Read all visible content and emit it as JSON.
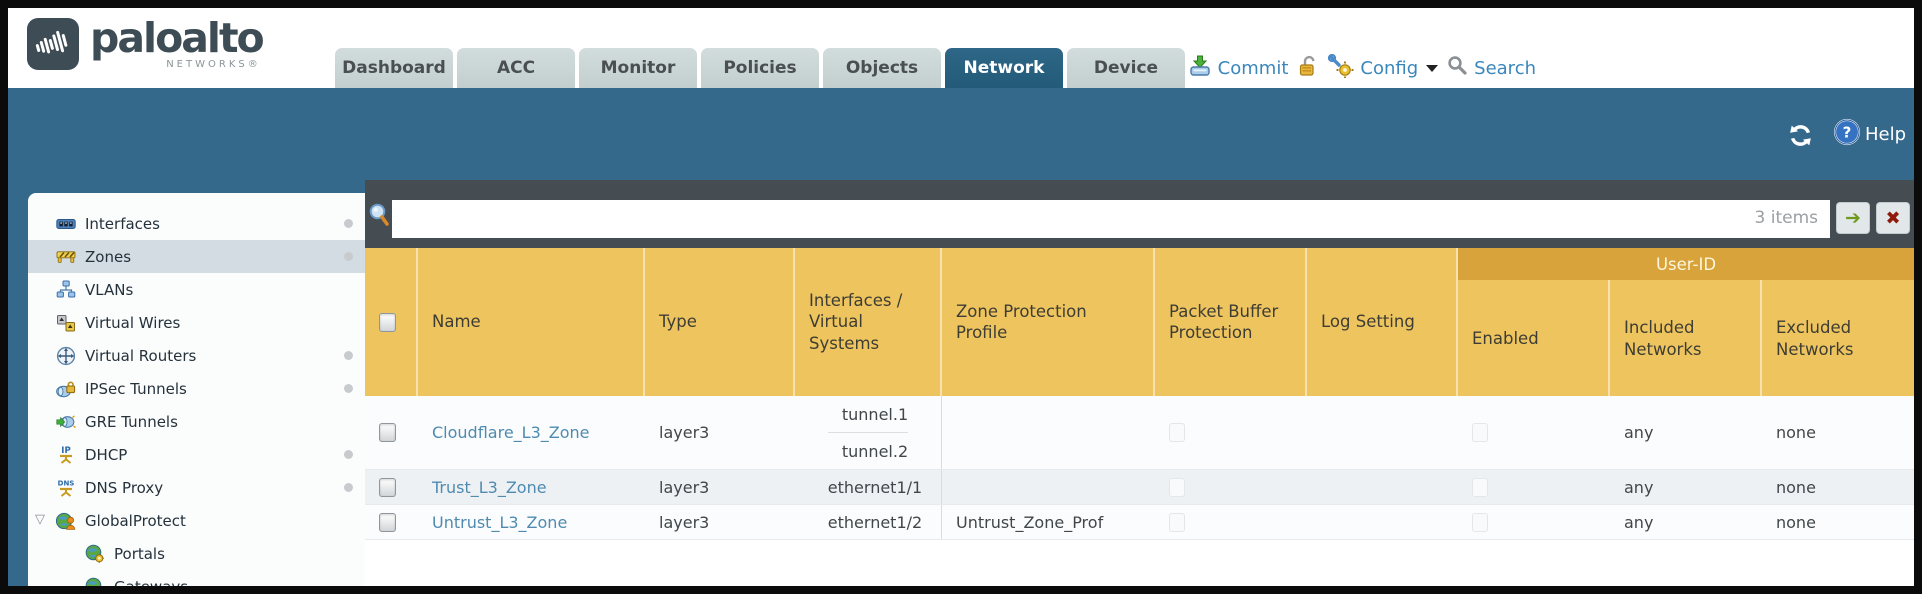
{
  "brand": {
    "title": "paloalto",
    "subtitle": "NETWORKS®"
  },
  "tabs": [
    {
      "label": "Dashboard",
      "active": false
    },
    {
      "label": "ACC",
      "active": false
    },
    {
      "label": "Monitor",
      "active": false
    },
    {
      "label": "Policies",
      "active": false
    },
    {
      "label": "Objects",
      "active": false
    },
    {
      "label": "Network",
      "active": true
    },
    {
      "label": "Device",
      "active": false
    }
  ],
  "top_actions": {
    "commit_label": "Commit",
    "config_label": "Config",
    "search_label": "Search"
  },
  "toolbar": {
    "help_label": "Help"
  },
  "filter": {
    "value": "",
    "count_label": "3 items"
  },
  "sidebar": {
    "items": [
      {
        "label": "Interfaces",
        "icon": "interfaces-icon",
        "has_dot": true,
        "selected": false
      },
      {
        "label": "Zones",
        "icon": "zones-icon",
        "has_dot": true,
        "selected": true
      },
      {
        "label": "VLANs",
        "icon": "vlans-icon",
        "has_dot": false,
        "selected": false
      },
      {
        "label": "Virtual Wires",
        "icon": "virtual-wires-icon",
        "has_dot": false,
        "selected": false
      },
      {
        "label": "Virtual Routers",
        "icon": "virtual-routers-icon",
        "has_dot": true,
        "selected": false
      },
      {
        "label": "IPSec Tunnels",
        "icon": "ipsec-tunnels-icon",
        "has_dot": true,
        "selected": false
      },
      {
        "label": "GRE Tunnels",
        "icon": "gre-tunnels-icon",
        "has_dot": false,
        "selected": false
      },
      {
        "label": "DHCP",
        "icon": "dhcp-icon",
        "has_dot": true,
        "selected": false
      },
      {
        "label": "DNS Proxy",
        "icon": "dns-proxy-icon",
        "has_dot": true,
        "selected": false
      },
      {
        "label": "GlobalProtect",
        "icon": "globalprotect-icon",
        "has_dot": false,
        "selected": false,
        "expanded": true
      },
      {
        "label": "Portals",
        "icon": "portals-icon",
        "has_dot": false,
        "selected": false,
        "child": true
      },
      {
        "label": "Gateways",
        "icon": "gateways-icon",
        "has_dot": false,
        "selected": false,
        "child": true
      }
    ]
  },
  "table": {
    "group_header": "User-ID",
    "columns": {
      "name": "Name",
      "type": "Type",
      "interfaces": "Interfaces / Virtual Systems",
      "zone_protection": "Zone Protection Profile",
      "packet_buffer": "Packet Buffer Protection",
      "log_setting": "Log Setting",
      "enabled": "Enabled",
      "included": "Included Networks",
      "excluded": "Excluded Networks"
    },
    "rows": [
      {
        "name": "Cloudflare_L3_Zone",
        "type": "layer3",
        "interfaces": [
          "tunnel.1",
          "tunnel.2"
        ],
        "zone_protection_profile": "",
        "log_setting": "",
        "included_networks": "any",
        "excluded_networks": "none"
      },
      {
        "name": "Trust_L3_Zone",
        "type": "layer3",
        "interfaces": [
          "ethernet1/1"
        ],
        "zone_protection_profile": "",
        "log_setting": "",
        "included_networks": "any",
        "excluded_networks": "none"
      },
      {
        "name": "Untrust_L3_Zone",
        "type": "layer3",
        "interfaces": [
          "ethernet1/2"
        ],
        "zone_protection_profile": "Untrust_Zone_Prof",
        "log_setting": "",
        "included_networks": "any",
        "excluded_networks": "none"
      }
    ]
  },
  "colors": {
    "teal": "#35698b",
    "tab_active": "#28607f",
    "amber_header": "#eec45f",
    "amber_group": "#d7a33a",
    "charcoal": "#464d52",
    "link_blue": "#3a87bc",
    "zone_link": "#4f8bb0"
  }
}
